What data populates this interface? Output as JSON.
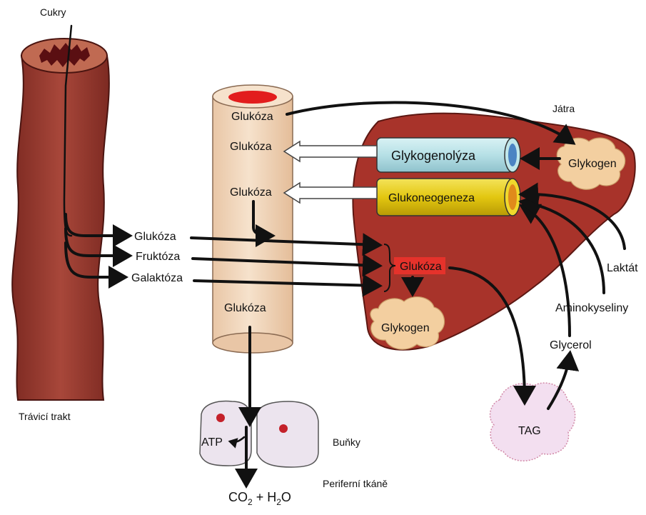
{
  "labels": {
    "sugars": "Cukry",
    "digestive_tract": "Trávicí trakt",
    "liver": "Játra",
    "cells": "Buňky",
    "peripheral_tissues": "Periferní tkáně",
    "lactate": "Laktát",
    "amino_acids": "Aminokyseliny",
    "glycerol": "Glycerol",
    "tag": "TAG",
    "atp": "ATP",
    "co2_h2o": "CO",
    "co2_sub": "2",
    "plus_h": " + H",
    "h2o_sub": "2",
    "o_tail": "O"
  },
  "gut_outputs": [
    "Glukóza",
    "Fruktóza",
    "Galaktóza"
  ],
  "blood_vessel": {
    "top_glucose": "Glukóza",
    "glycogenolysis_glucose": "Glukóza",
    "gluconeogenesis_glucose": "Glukóza",
    "bottom_glucose": "Glukóza"
  },
  "liver": {
    "glycogenolysis": "Glykogenolýza",
    "gluconeogenesis": "Glukoneogeneza",
    "glycogen_top": "Glykogen",
    "glucose": "Glukóza",
    "glycogen_bottom": "Glykogen"
  },
  "colors": {
    "gut": "#9b3a2e",
    "gut_lumen": "#5a0f12",
    "vessel": "#f2d7bd",
    "vessel_lumen": "#e21d1d",
    "liver": "#a8332a",
    "glycogenolysis_tube": "#bfe6ea",
    "gluconeogenesis_tube": "#e6cc12",
    "glycogen_blob": "#f3cfa0",
    "glucose_highlight": "#e5322b",
    "tag_blob": "#f3dff0",
    "cell": "#ece4ee"
  }
}
